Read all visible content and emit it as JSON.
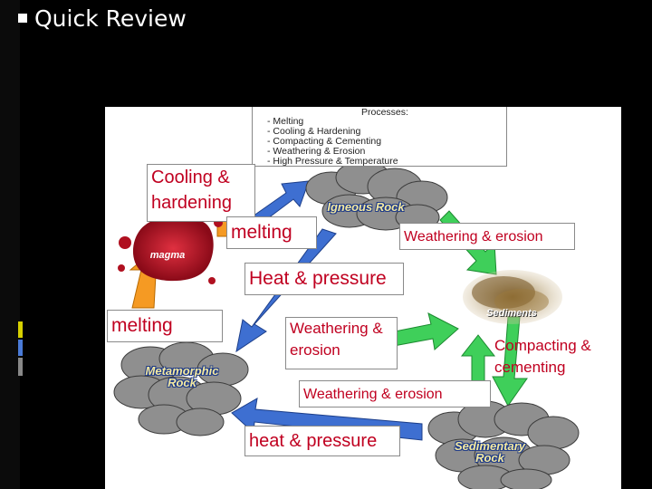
{
  "slide": {
    "title": "Quick Review"
  },
  "processes": {
    "header": "Processes:",
    "items": [
      "Melting",
      "Cooling & Hardening",
      "Compacting & Cementing",
      "Weathering & Erosion",
      "High Pressure & Temperature"
    ]
  },
  "rocks": {
    "igneous": "Igneous Rock",
    "magma": "magma",
    "sediments": "Sediments",
    "metamorphic_line1": "Metamorphic",
    "metamorphic_line2": "Rock",
    "sedimentary_line1": "Sedimentary",
    "sedimentary_line2": "Rock"
  },
  "labels": {
    "cooling": "Cooling & hardening",
    "melting_top": "melting",
    "weathering_top": "Weathering & erosion",
    "heat_pressure_mid": "Heat & pressure",
    "melting_left": "melting",
    "weathering_mid": "Weathering & erosion",
    "compacting": "Compacting & cementing",
    "weathering_bottom": "Weathering & erosion",
    "heat_pressure_bottom": "heat & pressure"
  },
  "colors": {
    "background": "#000000",
    "label_text": "#c00020",
    "arrow_blue": "#3e6fd1",
    "arrow_green": "#3fcf5a",
    "arrow_orange": "#f59a23",
    "rock_gray": "#8f8f8f",
    "magma_red": "#b01020"
  }
}
